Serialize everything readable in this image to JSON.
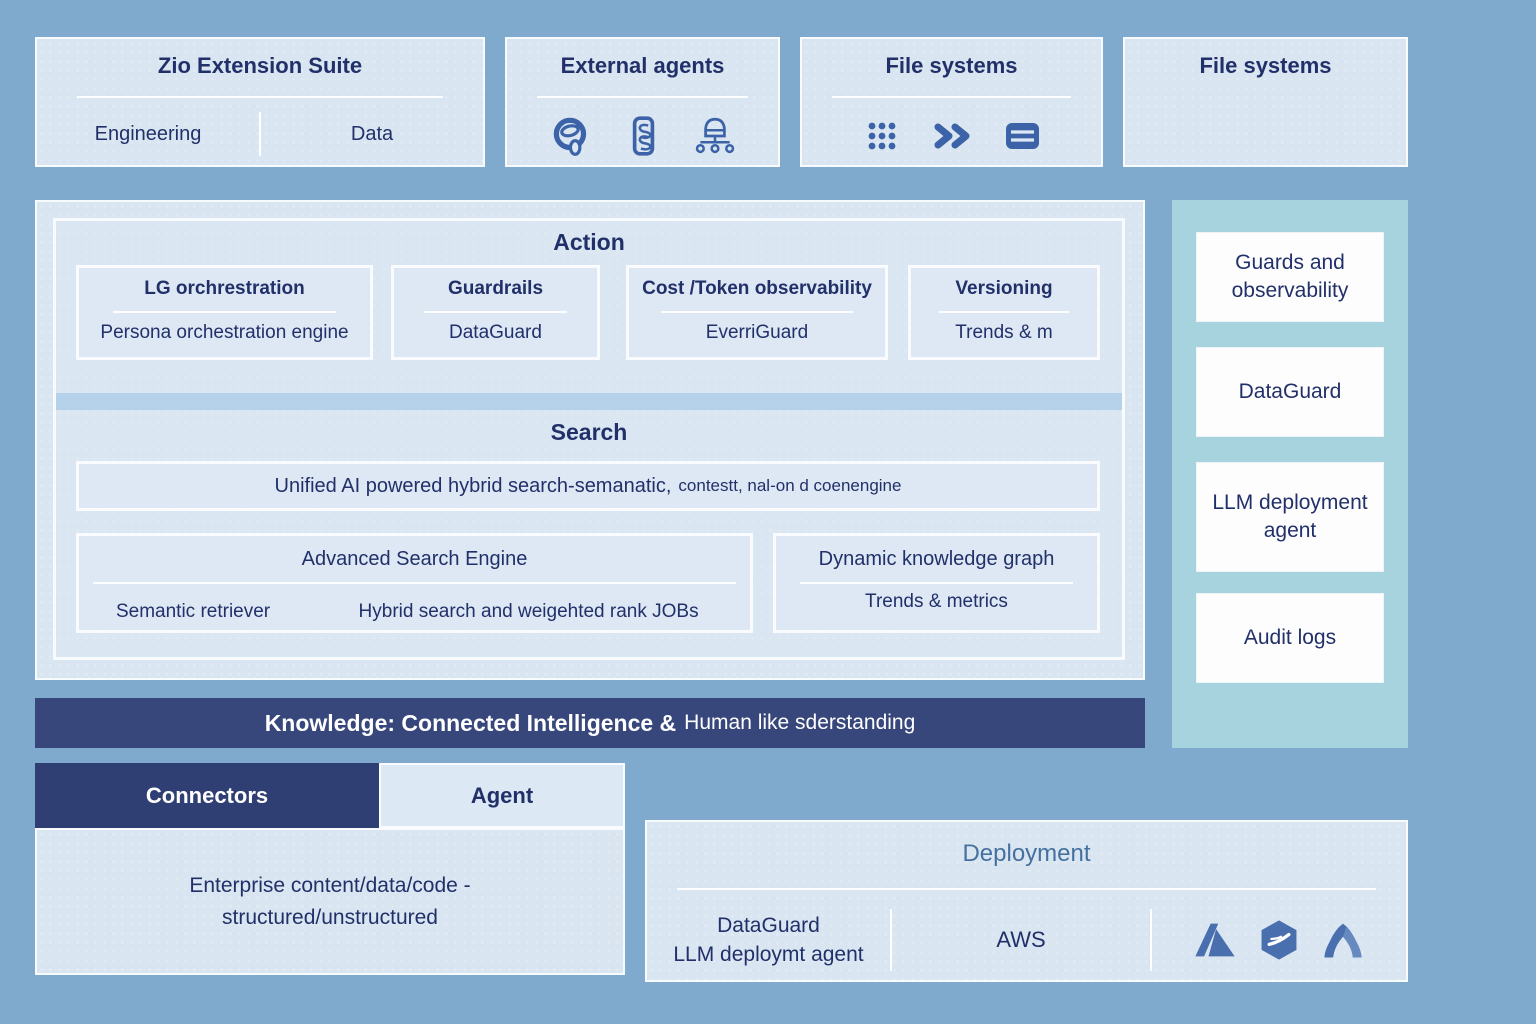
{
  "colors": {
    "background": "#7fa9cd",
    "box_bg": "#d9e5f1",
    "navy_text": "#22306a",
    "banner_bg": "#37477c",
    "teal_panel": "#a7d3df",
    "card_bg": "#fdfdfe",
    "divider_bar": "#b5d2ea",
    "deployment_title": "#44719f",
    "icon_blue": "#3c63a8",
    "tab_selected_bg": "#2f3f73"
  },
  "top_row": {
    "zio": {
      "title": "Zio Extension Suite",
      "items": [
        "Engineering",
        "Data"
      ]
    },
    "external_agents": {
      "title": "External agents",
      "icons": [
        "agent-avatar-icon",
        "mobile-agent-icon",
        "robot-network-icon"
      ]
    },
    "file_systems_icons": {
      "title": "File systems",
      "icons": [
        "grid-dots-icon",
        "double-chevron-icon",
        "server-card-icon"
      ]
    },
    "file_systems_plain": {
      "title": "File systems"
    }
  },
  "action_section": {
    "title": "Action",
    "boxes": [
      {
        "title": "LG orchrestration",
        "subtitle": "Persona orchestration engine"
      },
      {
        "title": "Guardrails",
        "subtitle": "DataGuard"
      },
      {
        "title": "Cost /Token observability",
        "subtitle": "EverriGuard"
      },
      {
        "title": "Versioning",
        "subtitle": "Trends & m"
      }
    ]
  },
  "search_section": {
    "title": "Search",
    "unified_bar_main": "Unified AI powered hybrid search-semanatic,",
    "unified_bar_detail": "contestt, nal-on d coenengine",
    "advanced": {
      "title": "Advanced Search Engine",
      "items": [
        "Semantic retriever",
        "Hybrid search and weigehted rank  JOBs"
      ]
    },
    "knowledge_graph": {
      "title": "Dynamic knowledge graph",
      "subtitle": "Trends & metrics"
    }
  },
  "right_panel": {
    "cards": [
      "Guards and observability",
      "DataGuard",
      "LLM deployment agent",
      "Audit logs"
    ]
  },
  "banner": {
    "main": "Knowledge: Connected Intelligence &",
    "detail": "Human like sderstanding"
  },
  "connectors_panel": {
    "tabs": [
      {
        "label": "Connectors",
        "selected": true
      },
      {
        "label": "Agent",
        "selected": false
      }
    ],
    "body_line1": "Enterprise content/data/code -",
    "body_line2": "structured/unstructured"
  },
  "deployment": {
    "title": "Deployment",
    "col1_line1": "DataGuard",
    "col1_line2": "LLM deploymt agent",
    "col2": "AWS",
    "icons": [
      "azure-a-logo-icon",
      "hexagon-swoosh-icon",
      "rounded-a-logo-icon"
    ]
  }
}
